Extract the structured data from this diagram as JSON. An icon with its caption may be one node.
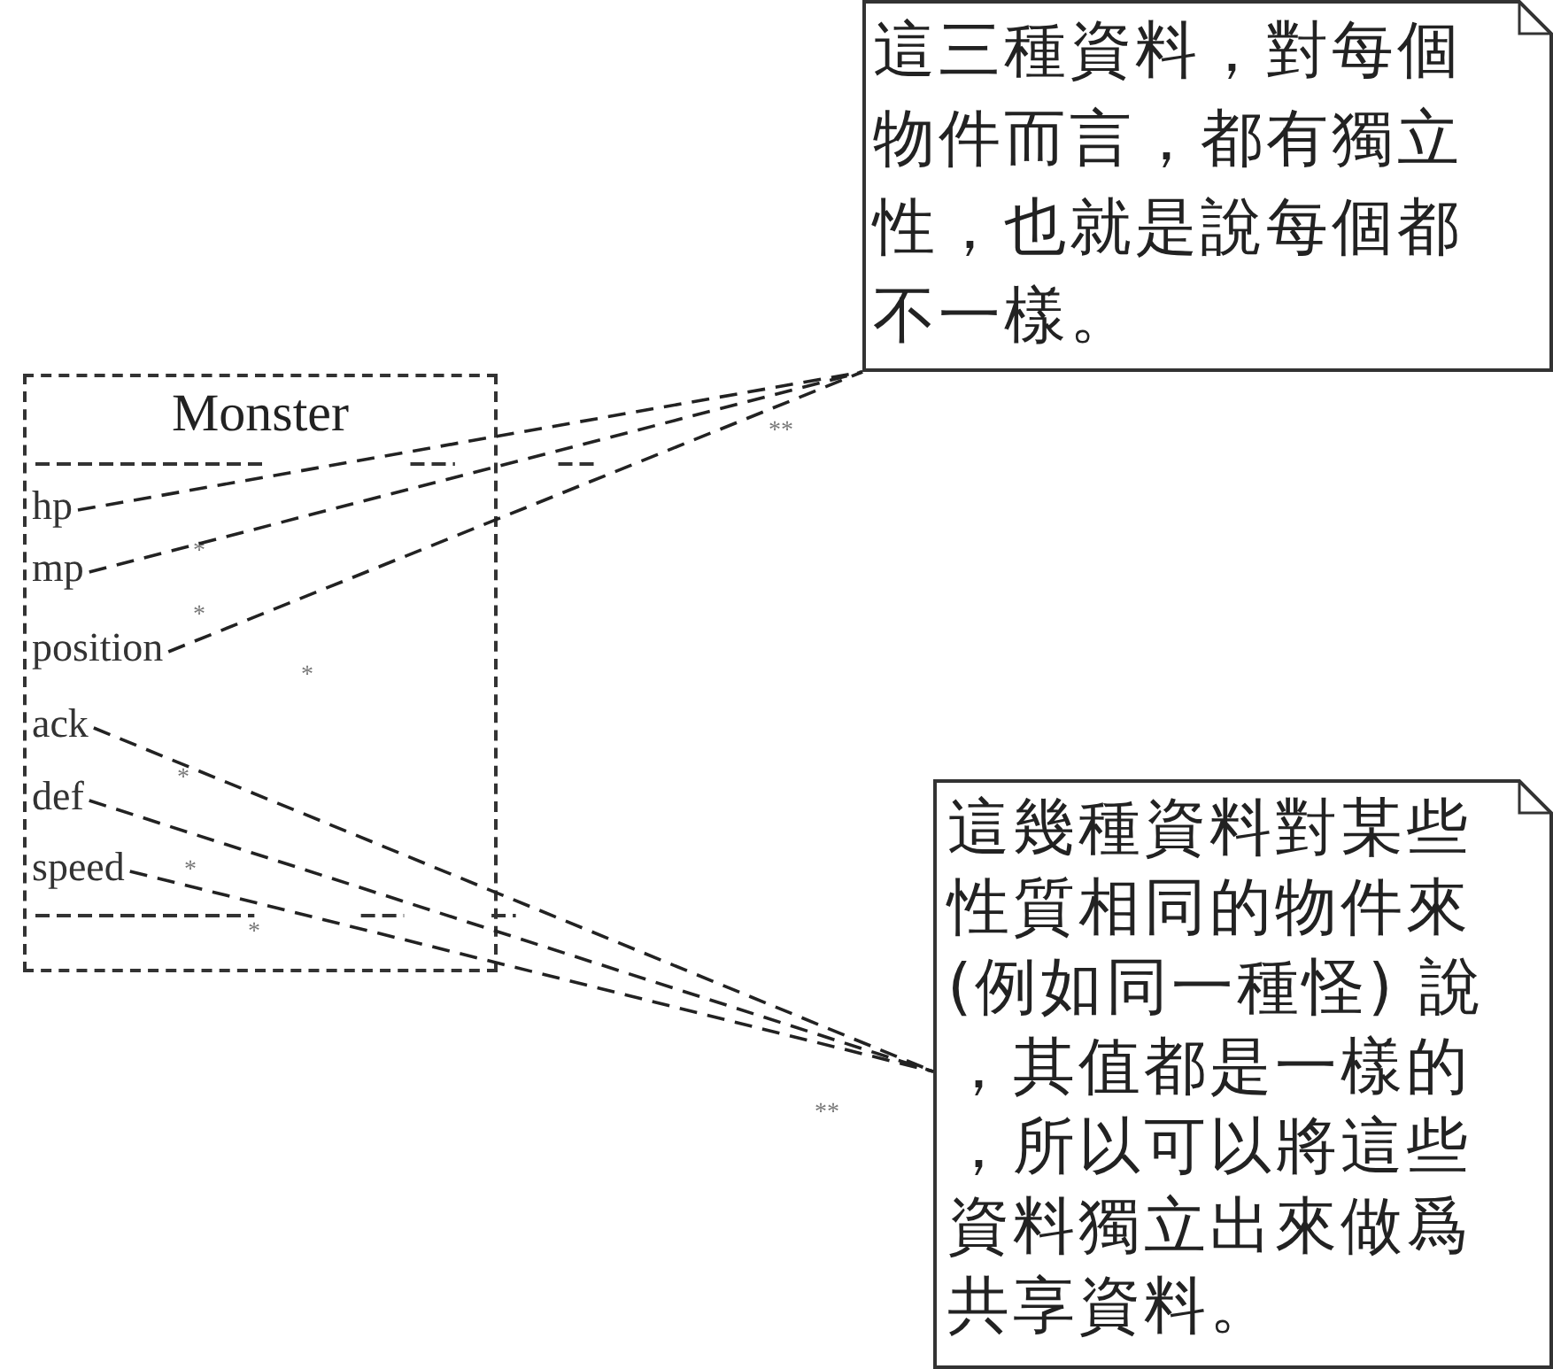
{
  "diagram": {
    "nodes": [
      {
        "text": [
          "Monster"
        ]
      },
      {
        "text": [
          "hp"
        ],
        "in": 0
      },
      {
        "text": [
          "mp"
        ],
        "in": 0
      },
      {
        "text": [
          "position"
        ],
        "in": 0
      },
      {
        "text": [
          "ack"
        ],
        "in": 0
      },
      {
        "text": [
          "def"
        ],
        "in": 0
      },
      {
        "text": [
          "speed"
        ],
        "in": 0
      },
      {
        "text": [
          "這三種資料，對每個物件而言，都有獨立性，也就是說每個都不一樣。"
        ]
      },
      {
        "text": [
          "這幾種資料對某些性質相同的物件來(例如同一種怪) 說，其值都是一樣的，所以可以將這些資料獨立出來做爲共享資料。"
        ]
      }
    ],
    "edges": [
      {
        "from": 1,
        "to": 7,
        "arrow": "none",
        "style": "dashed"
      },
      {
        "from": 2,
        "to": 7,
        "arrow": "none",
        "style": "dashed"
      },
      {
        "from": 3,
        "to": 7,
        "arrow": "none",
        "style": "dashed"
      },
      {
        "from": 4,
        "to": 8,
        "arrow": "none",
        "style": "dashed"
      },
      {
        "from": 5,
        "to": 8,
        "arrow": "none",
        "style": "dashed"
      },
      {
        "from": 6,
        "to": 8,
        "arrow": "none",
        "style": "dashed"
      }
    ],
    "labels": [
      "**",
      "*",
      "*",
      "*",
      "*",
      "*",
      "*",
      "**"
    ]
  }
}
